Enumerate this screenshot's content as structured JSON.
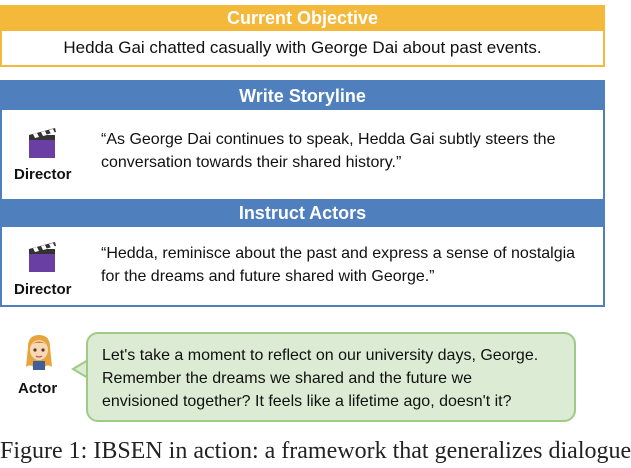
{
  "objective": {
    "title": "Current Objective",
    "text": "Hedda Gai chatted casually with George Dai about past events."
  },
  "storyline": {
    "title": "Write Storyline",
    "role": "Director",
    "icon": "clapperboard-icon",
    "quote_line1": "“As George Dai continues to speak, Hedda Gai subtly steers the",
    "quote_line2": "conversation towards their shared history.”"
  },
  "instruct": {
    "title": "Instruct Actors",
    "role": "Director",
    "icon": "clapperboard-icon",
    "quote_line1": "“Hedda, reminisce about the past and express a sense of nostalgia",
    "quote_line2": "for the dreams and future shared with George.”"
  },
  "actor": {
    "role": "Actor",
    "icon": "actor-avatar-icon",
    "line1": "Let's take a moment to reflect on our university days, George.",
    "line2": "Remember the dreams we shared and the future we",
    "line3": "envisioned together? It feels like a lifetime ago, doesn't it?"
  },
  "caption": "Figure 1: IBSEN in action: a framework that generalizes dialogue",
  "colors": {
    "objective": "#f4b83a",
    "director": "#4f80bd",
    "actor_bubble": "#dcebd3",
    "actor_border": "#9fca86"
  }
}
